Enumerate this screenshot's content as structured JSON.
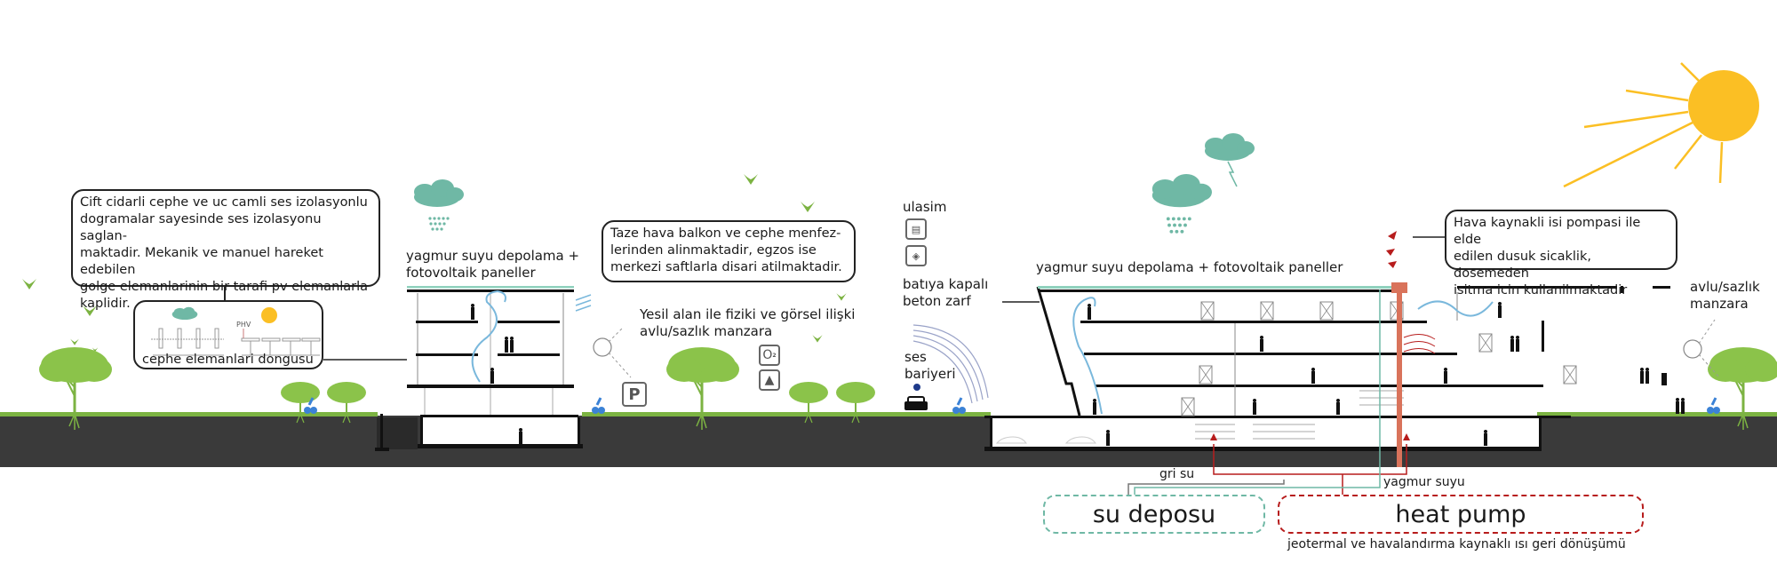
{
  "colors": {
    "ground": "#3a3a3a",
    "grass": "#7cb342",
    "tree": "#8bc34a",
    "cloud": "#6fb8a5",
    "sun": "#fbbf24",
    "water": "#6fb8a5",
    "heat": "#b71c1c",
    "heat_pipe": "#d9735b",
    "airflow": "#7ab8dc",
    "grey_water": "#777777"
  },
  "left_building": {
    "callout_facade": "Cift cidarli cephe ve uc camli ses izolasyonlu\ndogramalar sayesinde ses izolasyonu saglan-\nmaktadir. Mekanik ve manuel hareket edebilen\ngolge elemanlarinin bir tarafi pv elemanlarla\nkaplidir.",
    "facade_cycle_label": "cephe elemanlari dongusu",
    "facade_cycle_phv": "PHV",
    "roof_label": "yagmur suyu depolama +\nfotovoltaik paneller",
    "ventilation_callout": "Taze hava balkon ve cephe menfez-\nlerinden alinmaktadir, egzos ise\nmerkezi saftlarla disari atilmaktadir.",
    "green_label": "Yesil alan ile fiziki ve görsel ilişki\navlu/sazlık  manzara",
    "icons": {
      "parking": "P",
      "oxygen": "O",
      "oxygen_sub": "2"
    }
  },
  "right_building": {
    "transport_label": "ulasim",
    "envelope_label": "batıya kapalı\nbeton zarf",
    "noise_label": "ses\nbariyeri",
    "roof_label": "yagmur suyu depolama + fotovoltaik paneller",
    "heat_pump_callout": "Hava kaynakli isi pompasi ile elde\nedilen dusuk sicaklik, dosemeden\nisitma icin kullanilmaktadir",
    "view_label": "avlu/sazlık\nmanzara"
  },
  "systems": {
    "grey_water_label": "gri su",
    "rain_water_label": "yagmur suyu",
    "water_tank_label": "su deposu",
    "heat_pump_label": "heat pump",
    "heat_pump_caption": "jeotermal ve havalandırma kaynaklı ısı geri dönüşümü"
  }
}
